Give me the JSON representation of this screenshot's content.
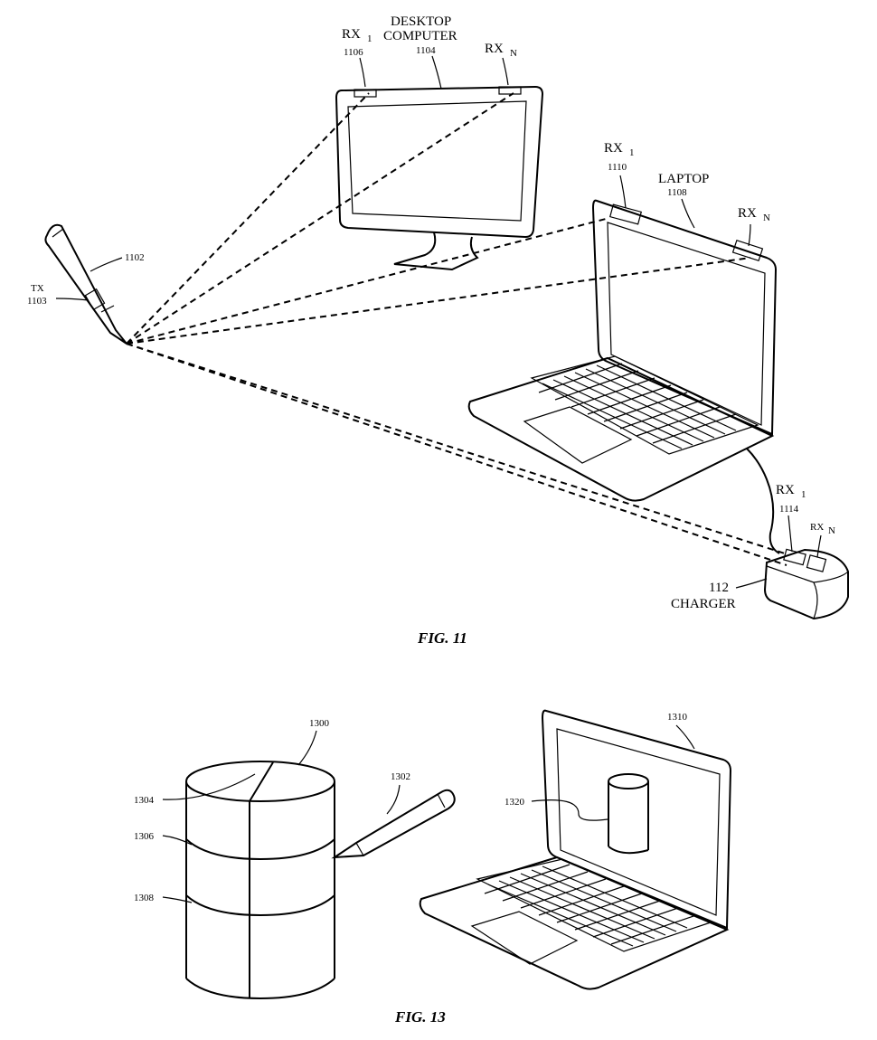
{
  "fig11": {
    "caption": "FIG. 11",
    "stylus": {
      "ref": "1102",
      "tx_label": "TX",
      "tx_ref": "1103"
    },
    "desktop": {
      "title_line1": "DESKTOP",
      "title_line2": "COMPUTER",
      "ref": "1104",
      "rx1": "RX",
      "rx1_sub": "1",
      "rx1_ref": "1106",
      "rxn": "RX",
      "rxn_sub": "N"
    },
    "laptop": {
      "title": "LAPTOP",
      "ref": "1108",
      "rx1": "RX",
      "rx1_sub": "1",
      "rx1_ref": "1110",
      "rxn": "RX",
      "rxn_sub": "N"
    },
    "charger": {
      "ref": "112",
      "title": "CHARGER",
      "rx1": "RX",
      "rx1_sub": "1",
      "rx1_ref": "1114",
      "rxn": "RX",
      "rxn_sub": "N"
    }
  },
  "fig13": {
    "caption": "FIG. 13",
    "object_ref": "1300",
    "stylus_ref": "1302",
    "segment_refs": [
      "1304",
      "1306",
      "1308"
    ],
    "laptop_ref": "1310",
    "display_object_ref": "1320"
  }
}
